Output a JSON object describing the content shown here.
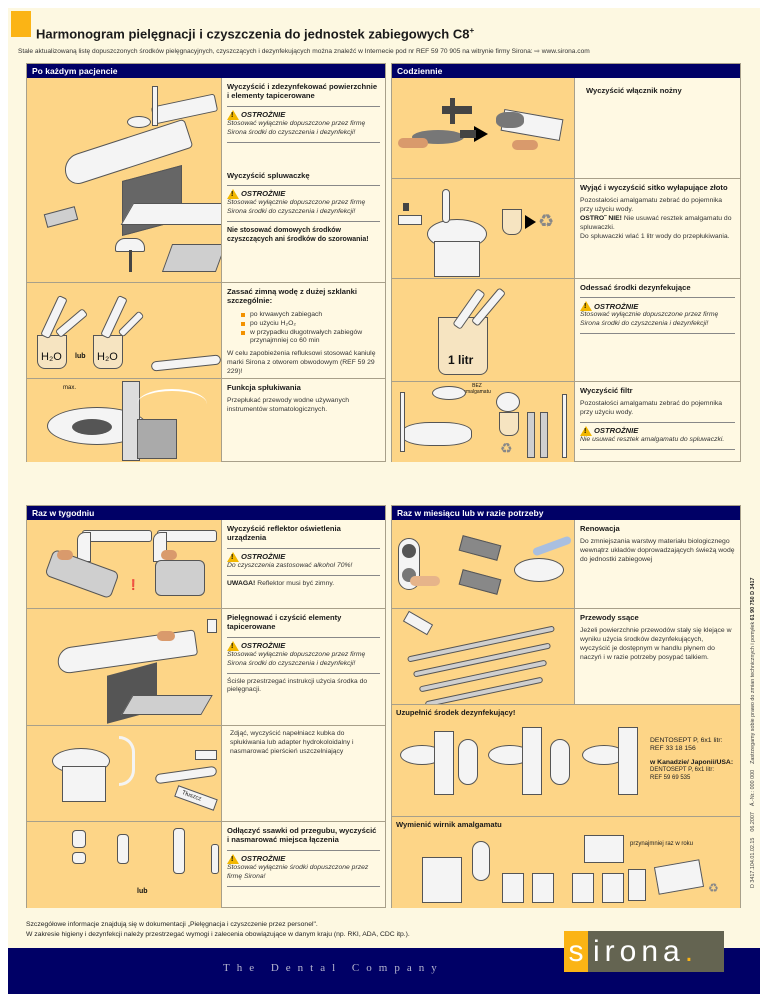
{
  "header": {
    "title": "Harmonogram pielęgnacji i czyszczenia  do jednostek zabiegowych C8",
    "title_sup": "+",
    "subtitle": "Stale aktualizowaną listę dopuszczonych środków pielęgnacyjnych, czyszczących i dezynfekujących można znaleźć w Internecie pod nr REF 59 70 905 na witrynie firmy Sirona: ⇨ www.sirona.com"
  },
  "caution_label": "OSTROŻNIE",
  "sections": {
    "after_patient": {
      "title": "Po każdym pacjencie",
      "rows": [
        {
          "heading": "Wyczyścić i zdezynfekować powierzchnie i elementy tapicerowane",
          "warning": "Stosować wyłącznie dopuszczone przez firmę Sirona środki do czyszczenia i dezynfekcji!",
          "heading2": "Wyczyścić spluwaczkę",
          "warning2": "Stosować wyłącznie dopuszczone przez firmę Sirona środki do czyszczenia i dezynfekcji!",
          "note": "Nie stosować domowych środków czyszczących ani środków do szorowania!"
        },
        {
          "heading": "Zassać zimną wodę z dużej szklanki szczególnie:",
          "bullets": [
            "po krwawych zabiegach",
            "po użyciu H₂O₂",
            "w przypadku długotrwałych zabiegów przynajmniej co 60 min"
          ],
          "body": "W celu zapobieżenia refluksowi stosować kaniulę marki Sirona z otworem obwodowym (REF 59 29 229)!",
          "img_labels": {
            "water": "H₂O",
            "or": "lub"
          }
        },
        {
          "heading": "Funkcja spłukiwania",
          "body": "Przepłukać przewody wodne używanych instrumentów stomatologicznych.",
          "img_labels": {
            "max": "max."
          }
        }
      ]
    },
    "daily": {
      "title": "Codziennie",
      "rows": [
        {
          "heading": "Wyczyścić włącznik nożny"
        },
        {
          "heading": "Wyjąć i wyczyścić sitko wyłapujące złoto",
          "body": "Pozostałości amalgamatu zebrać do pojemnika przy użyciu wody.",
          "bold": "OSTRO˜ NIE!",
          "body2": "Nie usuwać resztek amalgamatu do spluwaczki.",
          "body3": "Do spluwaczki wlać 1 litr wody do przepłukiwania."
        },
        {
          "heading": "Odessać środki dezynfekujące",
          "warning": "Stosować wyłącznie dopuszczone przez firmę Sirona środki do czyszczenia i dezynfekcji!",
          "img_labels": {
            "volume": "1 litr"
          }
        },
        {
          "heading": "Wyczyścić filtr",
          "body": "Pozostałości amalgamatu zebrać do pojemnika przy użyciu wody.",
          "warning": "Nie usuwać resztek amalgamatu do spluwaczki.",
          "img_labels": {
            "no_amalgam": "BEZ amalgamatu"
          }
        }
      ]
    },
    "weekly": {
      "title": "Raz w tygodniu",
      "rows": [
        {
          "heading": "Wyczyścić reflektor oświetlenia urządzenia",
          "warning": "Do czyszczenia zastosować alkohol 70%!",
          "bold": "UWAGA!",
          "body": "Reflektor musi być zimny."
        },
        {
          "heading": "Pielęgnować i czyścić elementy tapicerowane",
          "warning": "Stosować wyłącznie dopuszczone przez firmę Sirona środki do czyszczenia i dezynfekcji!",
          "body": "Ściśle przestrzegać instrukcji użycia środka do pielęgnacji."
        },
        {
          "body": "Zdjąć, wyczyścić napełniacz kubka do spłukiwania lub adapter hydrokoloidalny i nasmarować pierścień uszczelniający",
          "img_labels": {
            "grease": "Tłuszcz"
          }
        },
        {
          "heading": "Odłączyć ssawki od przegubu, wyczyścić i nasmarować miejsca łączenia",
          "warning": "Stosować wyłącznie środki dopuszczone przez firmę Sirona!",
          "img_labels": {
            "or": "lub"
          }
        }
      ]
    },
    "monthly": {
      "title": "Raz w miesiącu lub w razie potrzeby",
      "rows": [
        {
          "heading": "Renowacja",
          "body": "Do zmniejszania warstwy materiału biologicznego wewnątrz układów doprowadzających świeżą wodę do jednostki zabiegowej"
        },
        {
          "heading": "Przewody ssące",
          "body": "Jeżeli powierzchnie przewodów stały się klejące w wyniku użycia środków dezynfekujących, wyczyścić je dostępnym w handlu płynem do naczyń i w razie potrzeby posypać talkiem."
        },
        {
          "heading": "Uzupełnić środek dezynfekujący!",
          "product": "DENTOSEPT P, 6x1 litr:",
          "ref": "REF 33 18 156",
          "region_heading": "w Kanadzie/ Japonii/USA:",
          "region_product": "DENTOSEPT P, 6x1 litr:",
          "region_ref": "REF 59 69 535"
        },
        {
          "heading": "Wymienić wirnik amalgamatu",
          "note": "przynajmniej raz  w roku"
        }
      ]
    }
  },
  "footer": {
    "line1": "Szczegółowe informacje znajdują się w dokumentacji „Pielęgnacja i czyszczenie przez personel\".",
    "line2": "W zakresie higieny i dezynfekcji należy przestrzegać wymogi i zalecenia obowiązujące w danym kraju (np. RKI, ADA, CDC itp.).",
    "tagline": "The Dental Company",
    "brand_s": "s",
    "brand_rest": "irona",
    "brand_dot": "."
  },
  "side_ref": {
    "doc": "D 3417.104.01.02.15",
    "date": "06.2007",
    "change": "Ä.-Nr.: 000 000",
    "notice": "Zastrzegamy sobie prawo do zmian technicznych i pomyłek",
    "order": "61 90 750 D 3417"
  },
  "colors": {
    "navy": "#000066",
    "orange": "#fbb415",
    "image_bg": "#fdd587",
    "paper": "#fdf8e1"
  }
}
